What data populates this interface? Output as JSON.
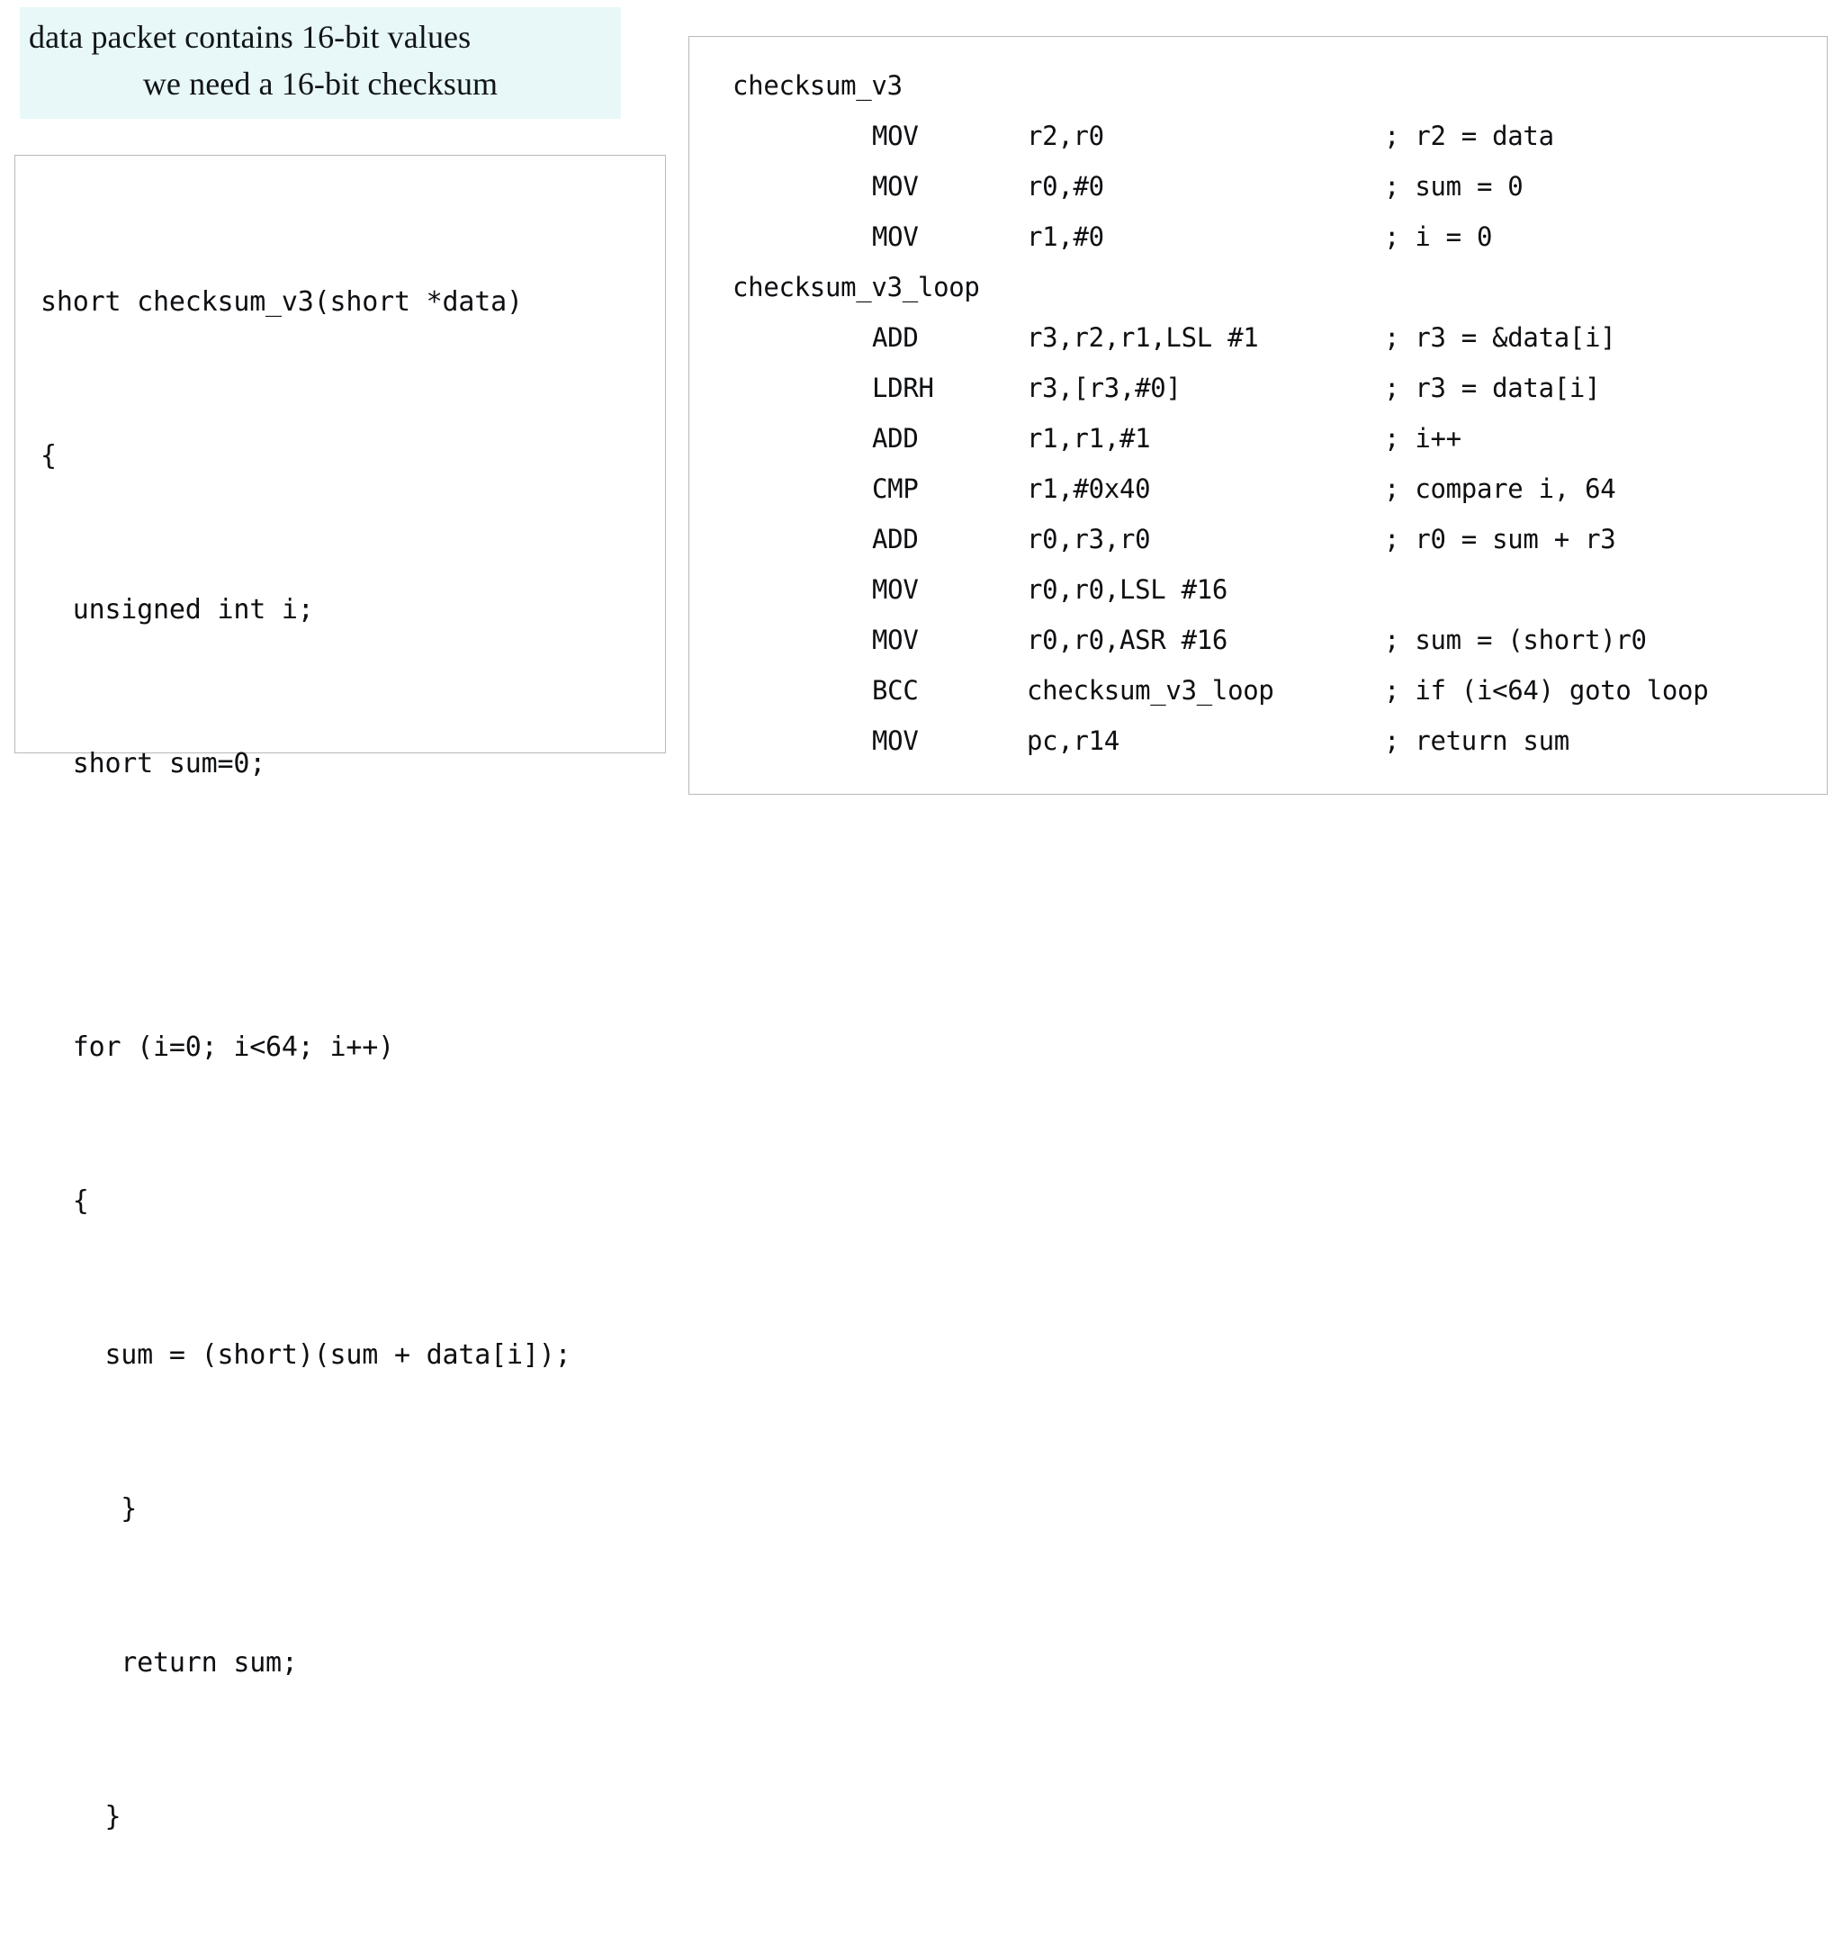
{
  "caption": {
    "highlight_color": "#e8f8f8",
    "lines": [
      "data packet contains 16-bit values",
      "we need a 16-bit checksum"
    ]
  },
  "c_code": {
    "language": "C",
    "border_color": "#b9b9b9",
    "lines": [
      "short checksum_v3(short *data)",
      "{",
      "  unsigned int i;",
      "  short sum=0;",
      "",
      "  for (i=0; i<64; i++)",
      "  {",
      "    sum = (short)(sum + data[i]);",
      "     }",
      "     return sum;",
      "    }"
    ]
  },
  "asm_code": {
    "language": "ARM assembly",
    "border_color": "#b9b9b9",
    "comment_prefix": ";",
    "lines": [
      {
        "label": "checksum_v3",
        "mnemonic": "",
        "operands": "",
        "comment": ""
      },
      {
        "label": "",
        "mnemonic": "MOV",
        "operands": "r2,r0",
        "comment": "; r2 = data"
      },
      {
        "label": "",
        "mnemonic": "MOV",
        "operands": "r0,#0",
        "comment": "; sum = 0"
      },
      {
        "label": "",
        "mnemonic": "MOV",
        "operands": "r1,#0",
        "comment": "; i = 0"
      },
      {
        "label": "checksum_v3_loop",
        "mnemonic": "",
        "operands": "",
        "comment": ""
      },
      {
        "label": "",
        "mnemonic": "ADD",
        "operands": "r3,r2,r1,LSL #1",
        "comment": "; r3 = &data[i]"
      },
      {
        "label": "",
        "mnemonic": "LDRH",
        "operands": "r3,[r3,#0]",
        "comment": "; r3 = data[i]"
      },
      {
        "label": "",
        "mnemonic": "ADD",
        "operands": "r1,r1,#1",
        "comment": "; i++"
      },
      {
        "label": "",
        "mnemonic": "CMP",
        "operands": "r1,#0x40",
        "comment": "; compare i, 64"
      },
      {
        "label": "",
        "mnemonic": "ADD",
        "operands": "r0,r3,r0",
        "comment": "; r0 = sum + r3"
      },
      {
        "label": "",
        "mnemonic": "MOV",
        "operands": "r0,r0,LSL #16",
        "comment": ""
      },
      {
        "label": "",
        "mnemonic": "MOV",
        "operands": "r0,r0,ASR #16",
        "comment": "; sum = (short)r0"
      },
      {
        "label": "",
        "mnemonic": "BCC",
        "operands": "checksum_v3_loop",
        "comment": "; if (i<64) goto loop"
      },
      {
        "label": "",
        "mnemonic": "MOV",
        "operands": "pc,r14",
        "comment": "; return sum"
      }
    ]
  }
}
